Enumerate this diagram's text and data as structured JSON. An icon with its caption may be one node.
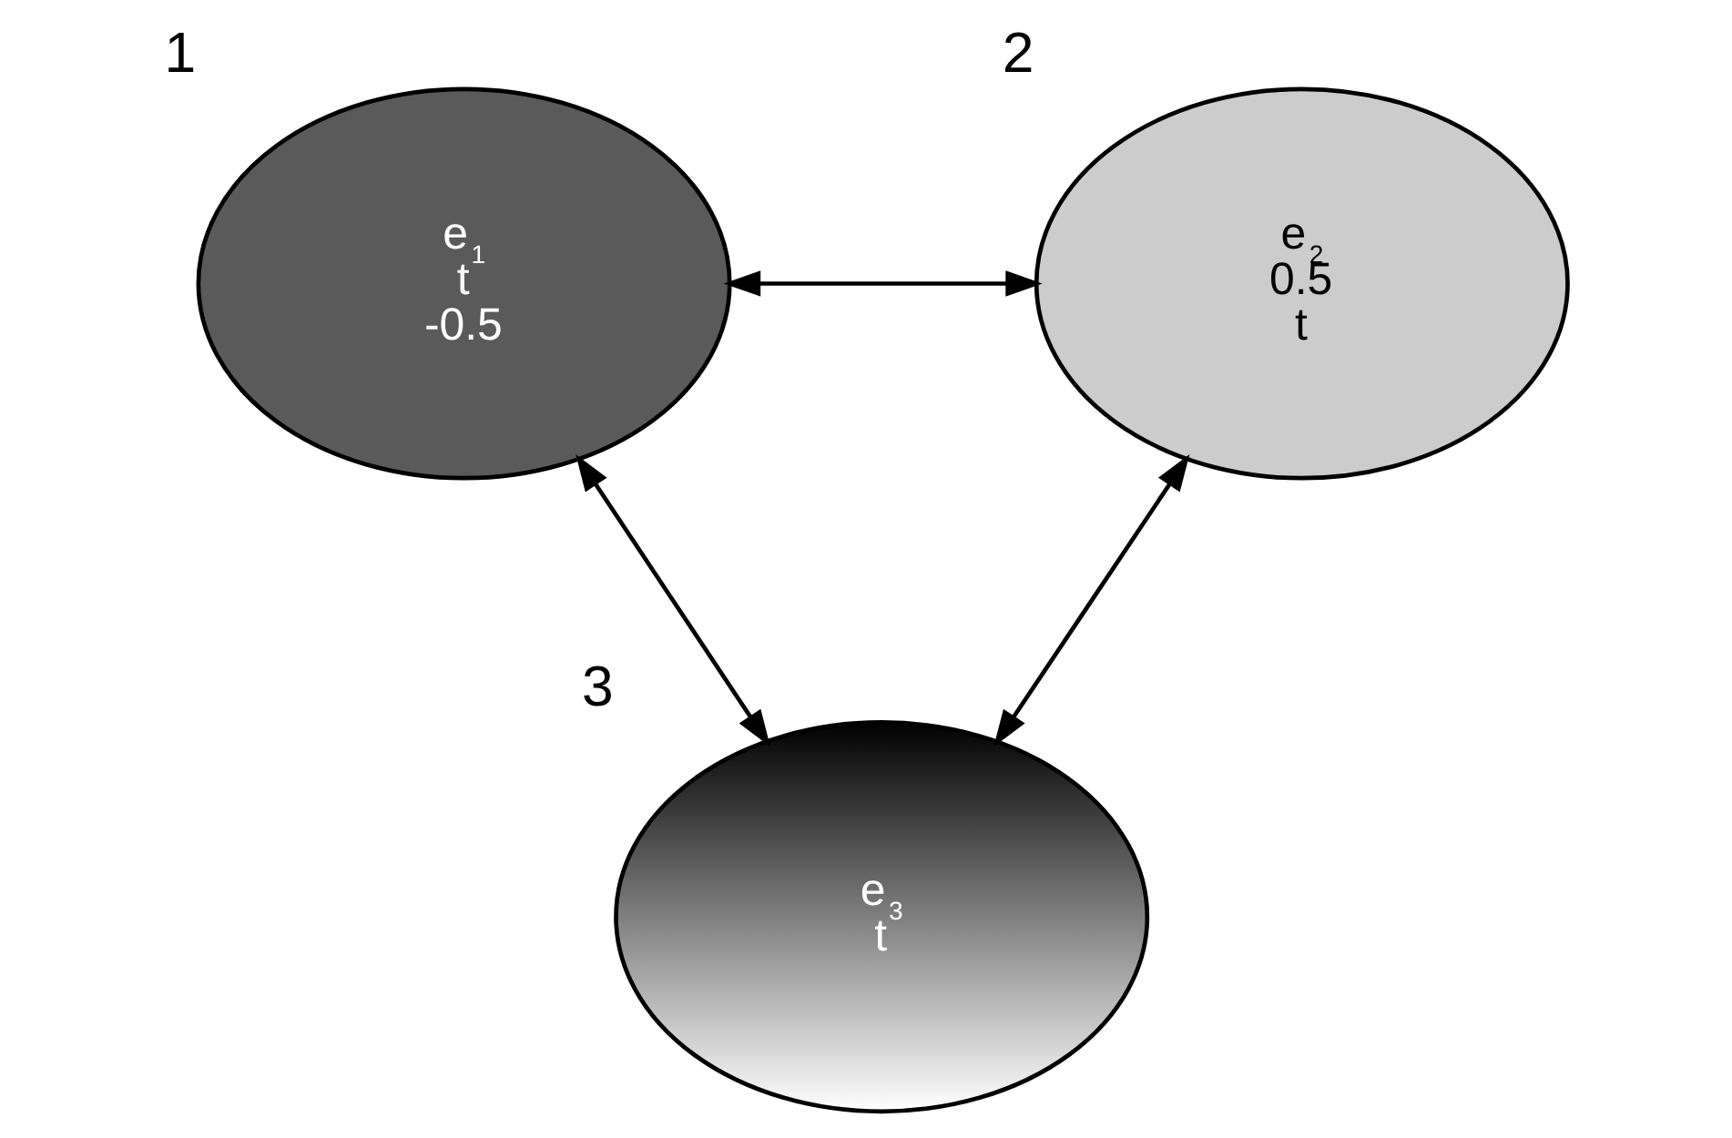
{
  "diagram": {
    "nodes": [
      {
        "text": [
          "e$_{1}$",
          "t",
          "-0.5"
        ],
        "beside": [
          "1"
        ]
      },
      {
        "text": [
          "e$_{2}$",
          "0.5",
          "t"
        ],
        "beside": [
          "2"
        ]
      },
      {
        "text": [
          "e$_{3}$",
          "t"
        ],
        "beside": [
          "3"
        ]
      }
    ],
    "edges": [
      {
        "from": 0,
        "to": 1,
        "arrow": "both"
      },
      {
        "from": 0,
        "to": 2,
        "arrow": "both"
      },
      {
        "from": 1,
        "to": 2,
        "arrow": "both"
      }
    ]
  }
}
